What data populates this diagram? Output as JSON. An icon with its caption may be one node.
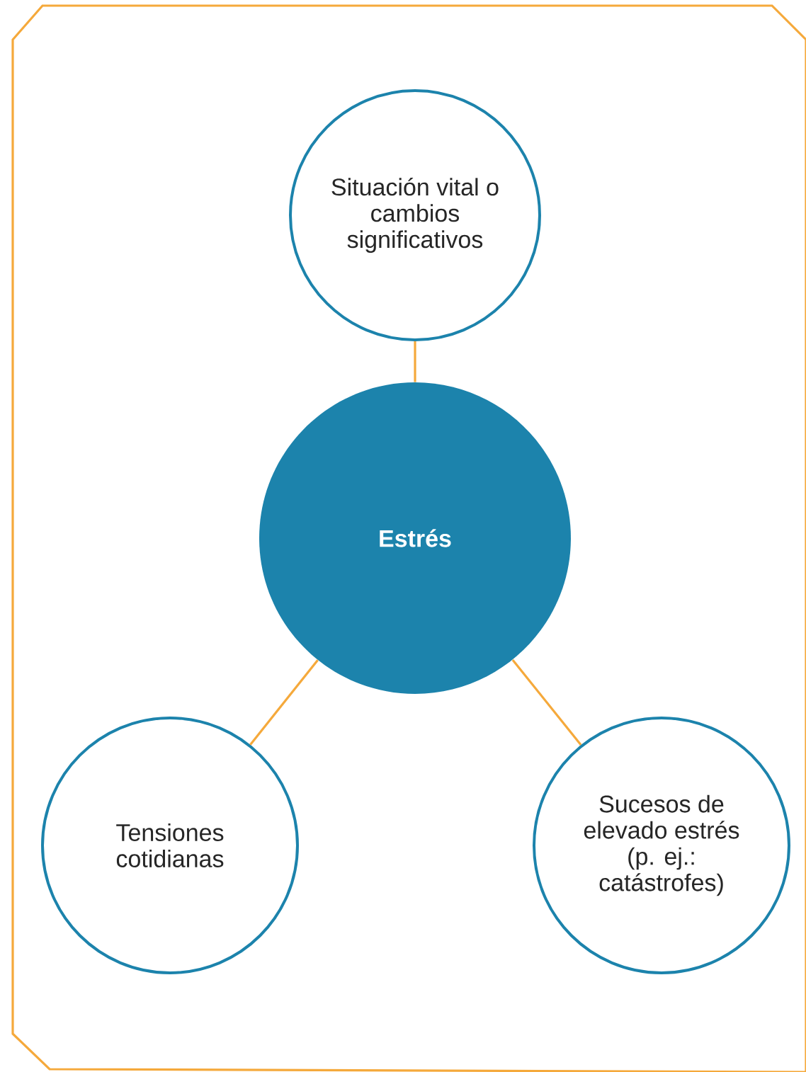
{
  "diagram": {
    "nodes": [
      {
        "text": [
          "Situación vital o cambios significativos"
        ]
      },
      {
        "text": [
          "Estrés"
        ]
      },
      {
        "text": [
          "Tensiones cotidianas"
        ]
      },
      {
        "text": [
          "Sucesos de elevado estrés (p. ej.: catástrofes)"
        ]
      }
    ],
    "edges": [
      {
        "from": 1,
        "to": 0,
        "arrow": "none"
      },
      {
        "from": 1,
        "to": 2,
        "arrow": "none"
      },
      {
        "from": 1,
        "to": 3,
        "arrow": "none"
      }
    ]
  }
}
